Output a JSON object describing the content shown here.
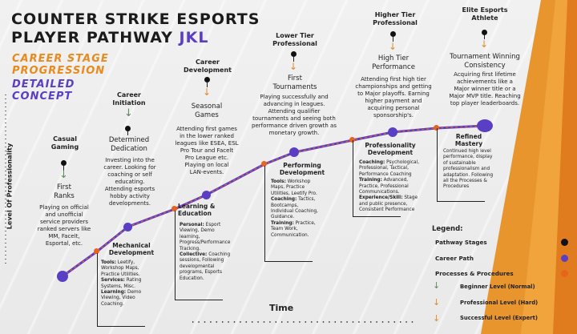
{
  "title": {
    "line1": "COUNTER STRIKE ESPORTS",
    "line2_prefix": "PLAYER PATHWAY",
    "line2_suffix": "JKL"
  },
  "subtitle": {
    "line1": "CAREER STAGE",
    "line2": "PROGRESSION",
    "line3": "DETAILED",
    "line4": "CONCEPT"
  },
  "axes": {
    "y_label": "Level Of Professionality",
    "x_label": "Time"
  },
  "stages": [
    {
      "title": "Casual\nGaming",
      "name": "First\nRanks",
      "desc": "Playing on official\nand unofficial\nservice providers\nranked servers like\nMM, Facelt,\nEsportal, etc.",
      "arrow": "green"
    },
    {
      "title": "Career\nInitiation",
      "name": "Determined\nDedication",
      "desc": "Investing into the\ncareer. Looking for\ncoaching or self\neducating.\nAttending esports\nhobby activity\ndevelopments.",
      "arrow": "green"
    },
    {
      "title": "Career\nDevelopment",
      "name": "Seasonal\nGames",
      "desc": "Attending first games\nin the lower ranked\nleagues like ESEA, ESL\nPro Tour and Facelt\nPro League etc.\nPlaying on local\nLAN-events.",
      "arrow": "orange"
    },
    {
      "title": "Lower Tier\nProfessional",
      "name": "First\nTournaments",
      "desc": "Playing successfully and\nadvancing in leagues.\nAttending qualifier\ntournaments and seeing both\nperformance driven growth as\nmonetary growth.",
      "arrow": "orange"
    },
    {
      "title": "Higher Tier\nProfessional",
      "name": "High Tier\nPerformance",
      "desc": "Attending first high tier\nchampionships and getting\nto Major playoffs. Earning\nhigher payment and\nacquiring personal\nsponsorship's.",
      "arrow": "orange"
    },
    {
      "title": "Elite Esports\nAthlete",
      "name": "Tournament Winning\nConsistency",
      "desc": "Acquiring first lifetime\nachievements like a\nMajor winner title or a\nMajor MVP title. Reaching\ntop player leaderboards.",
      "arrow": "orange"
    }
  ],
  "boxes": [
    {
      "title": "Mechanical\nDevelopment",
      "lines": [
        {
          "b": "Tools:",
          "t": " Leetify,"
        },
        {
          "b": "",
          "t": "Workshop Maps,"
        },
        {
          "b": "",
          "t": "Practice Utilities."
        },
        {
          "b": "Services:",
          "t": " Rating"
        },
        {
          "b": "",
          "t": "Systems, Misc."
        },
        {
          "b": "Learning:",
          "t": " Demo"
        },
        {
          "b": "",
          "t": "Viewing, Video"
        },
        {
          "b": "",
          "t": "Coaching."
        }
      ]
    },
    {
      "title": "Learning &\nEducation",
      "lines": [
        {
          "b": "Personal:",
          "t": " Esport"
        },
        {
          "b": "",
          "t": "Viewing, Demo"
        },
        {
          "b": "",
          "t": "learning,"
        },
        {
          "b": "",
          "t": "Progress/Performance"
        },
        {
          "b": "",
          "t": "Tracking."
        },
        {
          "b": "Collective:",
          "t": " Coaching"
        },
        {
          "b": "",
          "t": "sessions, Following"
        },
        {
          "b": "",
          "t": "developmental"
        },
        {
          "b": "",
          "t": "programs, Esports"
        },
        {
          "b": "",
          "t": "Education."
        }
      ]
    },
    {
      "title": "Performing\nDevelopment",
      "lines": [
        {
          "b": "Tools:",
          "t": " Workshop"
        },
        {
          "b": "",
          "t": "Maps, Practice"
        },
        {
          "b": "",
          "t": "Utilities, Leetify Pro."
        },
        {
          "b": "Coaching:",
          "t": " Tactics,"
        },
        {
          "b": "",
          "t": "Bootcamps,"
        },
        {
          "b": "",
          "t": "Individual Coaching,"
        },
        {
          "b": "",
          "t": "Guidance."
        },
        {
          "b": "Training:",
          "t": " Practice,"
        },
        {
          "b": "",
          "t": "Team Work,"
        },
        {
          "b": "",
          "t": "Communication."
        }
      ]
    },
    {
      "title": "Professionality\nDevelopment",
      "lines": [
        {
          "b": "Coaching:",
          "t": " Psychological,"
        },
        {
          "b": "",
          "t": "Professional, Tactical,"
        },
        {
          "b": "",
          "t": "Performance Coaching"
        },
        {
          "b": "Training:",
          "t": " Advanced,"
        },
        {
          "b": "",
          "t": "Practice, Professional"
        },
        {
          "b": "",
          "t": "Communications."
        },
        {
          "b": "Experience/Skill:",
          "t": " Stage"
        },
        {
          "b": "",
          "t": "and public presence,"
        },
        {
          "b": "",
          "t": "Consistent Performance"
        }
      ]
    },
    {
      "title": "Refined\nMastery",
      "lines": [
        {
          "b": "",
          "t": "Continued high level"
        },
        {
          "b": "",
          "t": "performance, display"
        },
        {
          "b": "",
          "t": "of sustainable"
        },
        {
          "b": "",
          "t": "professionalism and"
        },
        {
          "b": "",
          "t": "adaptation. Following"
        },
        {
          "b": "",
          "t": "all the Processes &"
        },
        {
          "b": "",
          "t": "Procedures"
        }
      ]
    }
  ],
  "legend": {
    "title": "Legend:",
    "items": [
      "Pathway Stages",
      "Career Path",
      "Processes & Procedures"
    ],
    "levels": [
      "Beginner Level (Normal)",
      "Professional Level (Hard)",
      "Successful Level (Expert)"
    ]
  },
  "colors": {
    "path_purple": "#5a3fc4",
    "process_orange": "#e8641d",
    "arrow_green": "#5f8c5a",
    "arrow_orange": "#e08a2e",
    "accent_orange": "#e88a1d",
    "band_orange": "#e8952e"
  }
}
